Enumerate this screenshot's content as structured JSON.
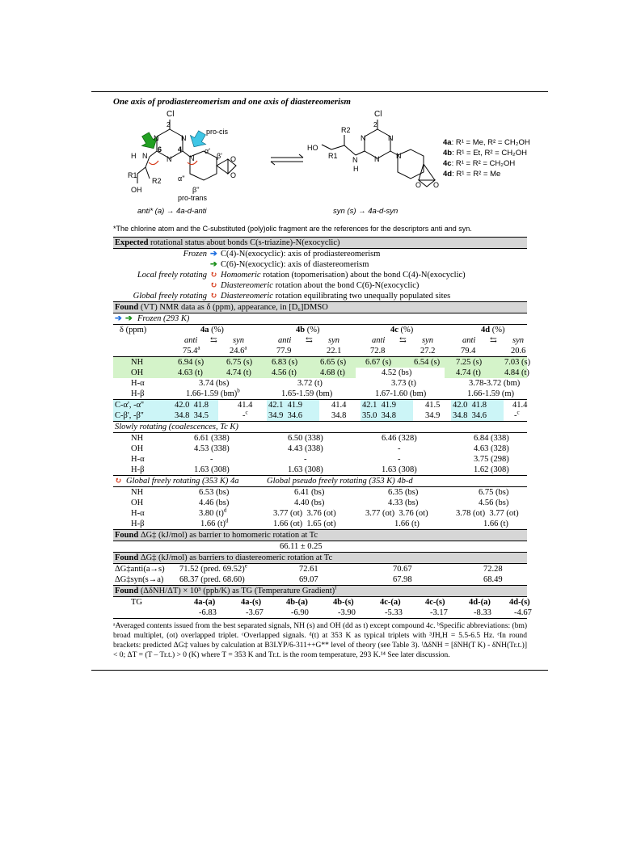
{
  "title": "One axis of prodiastereomerism and one axis of diastereomerism",
  "scheme": {
    "labels": {
      "cl": "Cl",
      "n": "N",
      "h": "H",
      "ho": "HO",
      "oh": "OH",
      "o": "O",
      "six": "6",
      "four": "4",
      "two": "2",
      "r1": "R1",
      "r2": "R2",
      "pro_cis": "pro-cis",
      "pro_trans": "pro-trans",
      "alpha1": "α'",
      "beta1": "β'",
      "alpha2": "α''",
      "beta2": "β''"
    },
    "compounds": [
      {
        "id": "4a",
        "desc": ": R¹ = Me, R² = CH₂OH"
      },
      {
        "id": "4b",
        "desc": ": R¹ = Et, R² = CH₂OH"
      },
      {
        "id": "4c",
        "desc": ": R¹ = R² = CH₂OH"
      },
      {
        "id": "4d",
        "desc": ": R¹ = R² = Me"
      }
    ],
    "anti_caption": "anti* (a) → 4a-d-anti",
    "syn_caption": "syn (s) → 4a-d-syn"
  },
  "star_note": "*The chlorine atom and the C-substituted (poly)olic  fragment are the references for the descriptors anti and syn.",
  "expected": {
    "header_bold": "Expected",
    "header_rest": " rotational status about bonds C(s-triazine)-N(exocyclic)",
    "rows": [
      {
        "label": "Frozen",
        "text": "C(4)-N(exocyclic): axis of prodiastereomerism",
        "icon": "blue"
      },
      {
        "label": "",
        "text": "C(6)-N(exocyclic): axis of diastereomerism",
        "icon": "green"
      },
      {
        "label": "Local freely rotating",
        "text_i": "Homomeric",
        "text": " rotation (topomerisation) about the bond C(4)-N(exocyclic)",
        "icon": "rot"
      },
      {
        "label": "",
        "text_i": "Diastereomeric",
        "text": " rotation about the bond C(6)-N(exocyclic)",
        "icon": "rot"
      },
      {
        "label": "Global freely rotating",
        "text_i": "Diastereomeric",
        "text": " rotation equilibrating two unequally populated sites",
        "icon": "rot"
      }
    ]
  },
  "found_nmr": {
    "header_bold": "Found",
    "header_rest": " (VT) NMR data as δ (ppm), appearance, in [D₆]DMSO",
    "frozen": "Frozen (293 K)",
    "delta": "δ (ppm)",
    "compounds": [
      "4a",
      "4b",
      "4c",
      "4d"
    ],
    "pct": "(%)",
    "anti": "anti",
    "syn": "syn",
    "eq": "⇆",
    "ratios": [
      {
        "anti": "75.4",
        "syn": "24.6",
        "sup": "a"
      },
      {
        "anti": "77.9",
        "syn": "22.1",
        "sup": ""
      },
      {
        "anti": "72.8",
        "syn": "27.2",
        "sup": ""
      },
      {
        "anti": "79.4",
        "syn": "20.6",
        "sup": ""
      }
    ],
    "rows": [
      {
        "label": "NH",
        "vals": [
          [
            "6.94 (s)",
            "6.75 (s)"
          ],
          [
            "6.83 (s)",
            "6.65 (s)"
          ],
          [
            "6.67 (s)",
            "6.54 (s)"
          ],
          [
            "7.25 (s)",
            "7.03 (s)"
          ]
        ]
      },
      {
        "label": "OH",
        "vals": [
          [
            "4.63 (t)",
            "4.74 (t)"
          ],
          [
            "4.56 (t)",
            "4.68 (t)"
          ],
          [
            "4.52 (bs)"
          ],
          [
            "4.74 (t)",
            "4.84 (t)"
          ]
        ]
      },
      {
        "label": "H-α",
        "vals": [
          [
            "3.74 (bs)"
          ],
          [
            "3.72 (t)"
          ],
          [
            "3.73 (t)"
          ],
          [
            "3.78-3.72 (bm)"
          ]
        ]
      },
      {
        "label": "H-β",
        "vals": [
          [
            "1.66-1.59 (bm)"
          ],
          [
            "1.65-1.59 (bm)"
          ],
          [
            "1.67-1.60 (bm)"
          ],
          [
            "1.66-1.59 (m)"
          ]
        ]
      },
      {
        "label": "C-α', -α''",
        "vals": [
          [
            "42.0  41.8",
            "41.4"
          ],
          [
            "42.1  41.9",
            "41.4"
          ],
          [
            "42.1  41.9",
            "41.5"
          ],
          [
            "42.0  41.8",
            "41.4"
          ]
        ]
      },
      {
        "label": "C-β', -β''",
        "vals": [
          [
            "34.8  34.5",
            "-"
          ],
          [
            "34.9  34.6",
            "34.8"
          ],
          [
            "35.0  34.8",
            "34.9"
          ],
          [
            "34.8  34.6",
            "-"
          ]
        ]
      }
    ],
    "slow_header": "Slowly rotating (coalescences, Tc K)",
    "slow_rows": [
      {
        "label": "NH",
        "vals": [
          "6.61 (338)",
          "6.50 (338)",
          "6.46 (328)",
          "6.84 (338)"
        ]
      },
      {
        "label": "OH",
        "vals": [
          "4.53 (338)",
          "4.43 (338)",
          "-",
          "4.63 (328)"
        ]
      },
      {
        "label": "H-α",
        "vals": [
          "-",
          "-",
          "-",
          "3.75 (298)"
        ]
      },
      {
        "label": "H-β",
        "vals": [
          "1.63 (308)",
          "1.63 (308)",
          "1.63 (308)",
          "1.62 (308)"
        ]
      }
    ],
    "global_header_a": "Global freely rotating (353 K) 4a",
    "global_header_b": "Global pseudo freely rotating (353 K) 4b-d",
    "global_rows": [
      {
        "label": "NH",
        "vals": [
          "6.53 (bs)",
          "6.41 (bs)",
          "6.35 (bs)",
          "6.75 (bs)"
        ]
      },
      {
        "label": "OH",
        "vals": [
          "4.46 (bs)",
          "4.40 (bs)",
          "4.33 (bs)",
          "4.56 (bs)"
        ]
      },
      {
        "label": "H-α",
        "vals": [
          "3.80 (t)",
          "3.77 (ot)  3.76 (ot)",
          "3.77 (ot)  3.76 (ot)",
          "3.78 (ot)  3.77 (ot)"
        ]
      },
      {
        "label": "H-β",
        "vals": [
          "1.66 (t)",
          "1.66 (ot)  1.65 (ot)",
          "1.66 (t)",
          "1.66 (t)"
        ]
      }
    ]
  },
  "homomeric": {
    "header_bold": "Found",
    "header_rest": " ΔG‡ (kJ/mol) as barrier to homomeric rotation at Tc",
    "value": "66.11 ± 0.25"
  },
  "diastereomeric": {
    "header_bold": "Found",
    "header_rest": " ΔG‡ (kJ/mol) as barriers to diastereomeric rotation at Tc",
    "rows": [
      {
        "label": "ΔG‡anti(a→s)",
        "vals": [
          "71.52 (pred. 69.52)",
          "72.61",
          "70.67",
          "72.28"
        ]
      },
      {
        "label": "ΔG‡syn(s→a)",
        "vals": [
          "68.37 (pred. 68.60)",
          "69.07",
          "67.98",
          "68.49"
        ]
      }
    ]
  },
  "tg": {
    "header_bold": "Found",
    "header_rest": "  (ΔδNH/ΔT) × 10³ (ppb/K) as TG (Temperature Gradient)",
    "label": "TG",
    "cols": [
      "4a-(a)",
      "4a-(s)",
      "4b-(a)",
      "4b-(s)",
      "4c-(a)",
      "4c-(s)",
      "4d-(a)",
      "4d-(s)"
    ],
    "vals": [
      "-6.83",
      "-3.67",
      "-6.90",
      "-3.90",
      "-5.33",
      "-3.17",
      "-8.33",
      "-4.67"
    ]
  },
  "footnotes": "ᵃAveraged contents issued from the best separated signals, NH (s) and OH (dd as t) except compound 4c. ᵇSpecific abbreviations: (bm) broad multiplet, (ot) overlapped triplet. ᶜOverlapped signals. ᵈ(t) at 353 K as typical triplets with ³JH,H = 5.5-6.5 Hz. ᵉIn round brackets: predicted ΔG‡ values by calculation at B3LYP/6-311++G** level of theory (see Table 3). ᶠΔδNH = [δNH(T K) - δNH(Tr.t.)] < 0; ΔT = (T – Tr.t.) > 0 (K) where T = 353 K and Tr.t. is the room temperature, 293 K.¹⁴ See later discussion."
}
